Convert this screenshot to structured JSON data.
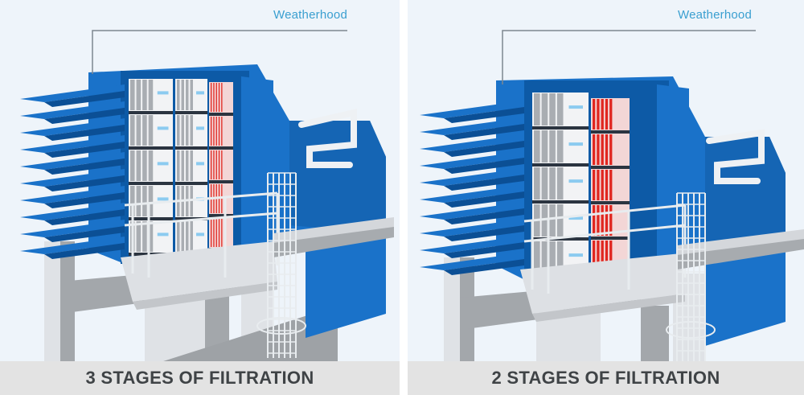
{
  "panels": [
    {
      "id": "three-stage",
      "callout_label": "Weatherhood",
      "caption": "3 STAGES OF FILTRATION",
      "filter_stages": [
        "white-prefilter",
        "white-intermediate",
        "red-final"
      ],
      "stage_count": 3
    },
    {
      "id": "two-stage",
      "callout_label": "Weatherhood",
      "caption": "2 STAGES OF FILTRATION",
      "filter_stages": [
        "white-prefilter",
        "red-final"
      ],
      "stage_count": 2
    }
  ],
  "colors": {
    "background": "#eef4fa",
    "housing_blue": "#1a72c9",
    "housing_blue_dark": "#0d5aa6",
    "louver_shadow": "#0b4f95",
    "filter_white": "#f2f3f5",
    "filter_grey": "#a9adb2",
    "filter_red": "#e0261f",
    "steel_light": "#dcdfe3",
    "steel_dark": "#9ea2a6",
    "callout_text": "#3a9fd0",
    "callout_line": "#7d868f",
    "caption_bg": "#e3e3e3",
    "caption_text": "#3f4346"
  }
}
